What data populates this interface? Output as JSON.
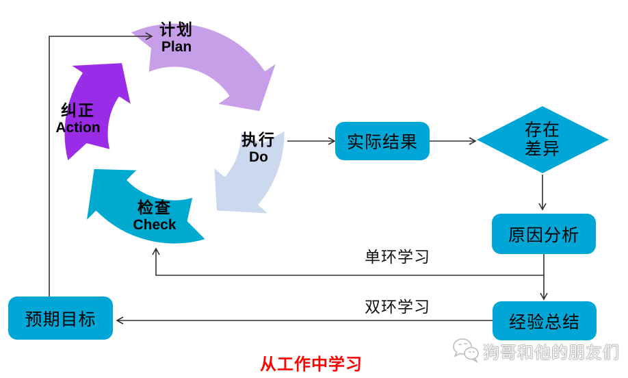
{
  "colors": {
    "plan": "#c79fe8",
    "do": "#ccd8ee",
    "check": "#00a9d0",
    "action": "#9a2ce8",
    "node": "#00a7d6",
    "line": "#303030",
    "title_red": "#fe0000",
    "watermark_stroke": "#b9b9b9"
  },
  "cycle": {
    "plan": {
      "zh": "计划",
      "en": "Plan"
    },
    "do": {
      "zh": "执行",
      "en": "Do"
    },
    "check": {
      "zh": "检查",
      "en": "Check"
    },
    "action": {
      "zh": "纠正",
      "en": "Action"
    }
  },
  "flow": {
    "actual_result": {
      "label": "实际结果"
    },
    "gap": {
      "line1": "存在",
      "line2": "差异"
    },
    "cause_analysis": {
      "label": "原因分析"
    },
    "experience_summary": {
      "label": "经验总结"
    },
    "expected_goal": {
      "label": "预期目标"
    }
  },
  "loops": {
    "single": "单环学习",
    "double": "双环学习"
  },
  "footer": {
    "title": "从工作中学习",
    "watermark": "狗哥和他的朋友们"
  }
}
